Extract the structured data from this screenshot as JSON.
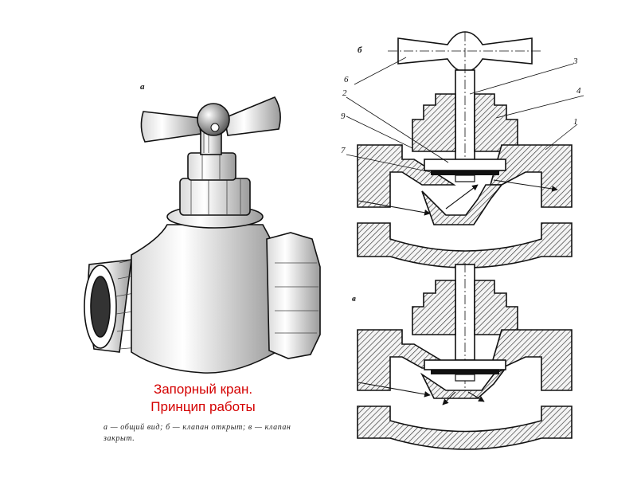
{
  "labels": {
    "view_a": "а",
    "view_b": "б",
    "view_v": "в",
    "part_1": "1",
    "part_2": "2",
    "part_3": "3",
    "part_4": "4",
    "part_6": "6",
    "part_7": "7",
    "part_9": "9"
  },
  "caption": {
    "title_line1": "Запорный кран.",
    "title_line2": "Принцип работы",
    "note": "а — общий вид; б — клапан открыт; в — клапан закрыт."
  },
  "colors": {
    "caption_red": "#d40000",
    "hatch": "#333333",
    "ink": "#111111"
  }
}
